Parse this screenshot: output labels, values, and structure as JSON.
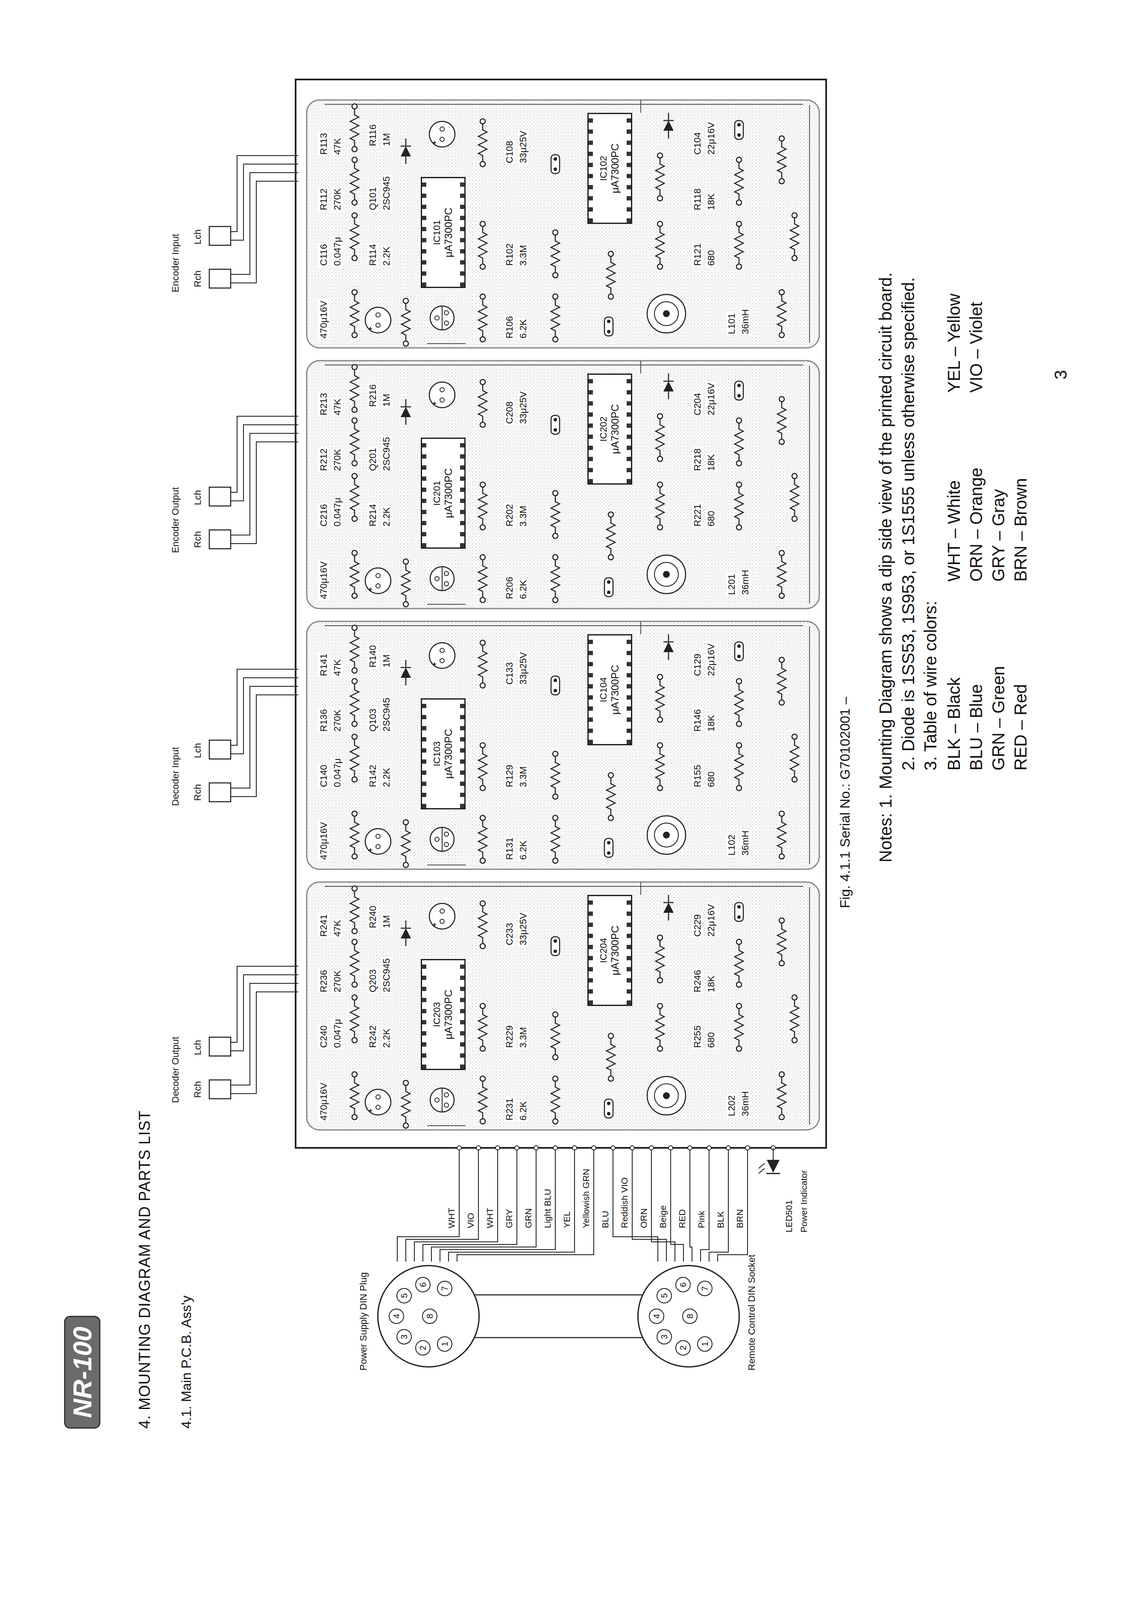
{
  "diagram": {
    "title": "4. MOUNTING DIAGRAM AND PARTS LIST",
    "caption": "Fig. 4.1.1 Serial No.: G70102001 –",
    "nodes": [
      {
        "text": [
          "Power Supply DIN Plug",
          "1",
          "2",
          "3",
          "4",
          "5",
          "6",
          "7",
          "8"
        ]
      },
      {
        "text": [
          "Remote Control DIN Socket",
          "1",
          "2",
          "3",
          "4",
          "5",
          "6",
          "7",
          "8"
        ]
      },
      {
        "text": [
          "IC203",
          "μA7300PC"
        ]
      },
      {
        "text": [
          "IC204",
          "μA7300PC"
        ]
      },
      {
        "text": [
          "IC103",
          "μA7300PC"
        ]
      },
      {
        "text": [
          "IC104",
          "μA7300PC"
        ]
      },
      {
        "text": [
          "IC201",
          "μA7300PC"
        ]
      },
      {
        "text": [
          "IC202",
          "μA7300PC"
        ]
      },
      {
        "text": [
          "IC101",
          "μA7300PC"
        ]
      },
      {
        "text": [
          "IC102",
          "μA7300PC"
        ]
      }
    ],
    "edges": [
      {
        "from": 0,
        "to": 1,
        "arrow": "none"
      },
      {
        "from": 0,
        "to": 1,
        "arrow": "none"
      }
    ],
    "labels": [
      "NR-100",
      "4.1. Main P.C.B. Ass'y",
      "Decoder Output",
      "Rch",
      "Lch",
      "Decoder Input",
      "Rch",
      "Lch",
      "Encoder Output",
      "Rch",
      "Lch",
      "Encoder Input",
      "Rch",
      "Lch",
      "WHT",
      "VIO",
      "WHT",
      "GRY",
      "GRN",
      "Light BLU",
      "YEL",
      "Yellowish GRN",
      "BLU",
      "Reddish VIO",
      "ORN",
      "Beige",
      "RED",
      "Pink",
      "BLK",
      "BRN",
      "LED501",
      "Power Indicator",
      "Notes: 1. Mounting Diagram shows a dip side view of the printed circuit board.",
      "2. Diode is 1SS53, 1S953, or 1S1555 unless otherwise specified.",
      "3. Table of wire colors:",
      "BLK – Black",
      "WHT – White",
      "YEL – Yellow",
      "BLU – Blue",
      "ORN – Orange",
      "VIO – Violet",
      "GRN – Green",
      "GRY – Gray",
      "RED – Red",
      "BRN – Brown",
      "3",
      "470μ16V",
      "C240",
      "0.047μ",
      "R236",
      "270K",
      "R241",
      "47K",
      "R242",
      "2.2K",
      "Q203",
      "2SC945",
      "R240",
      "1M",
      "C233",
      "33μ25V",
      "R231",
      "6.2K",
      "R229",
      "3.3M",
      "L202",
      "36mH",
      "R255",
      "680",
      "R246",
      "18K",
      "C229",
      "22μ16V",
      "470μ16V",
      "C140",
      "0.047μ",
      "R136",
      "270K",
      "R141",
      "47K",
      "R142",
      "2.2K",
      "Q103",
      "2SC945",
      "R140",
      "1M",
      "C133",
      "33μ25V",
      "R131",
      "6.2K",
      "R129",
      "3.3M",
      "L102",
      "36mH",
      "R155",
      "680",
      "R146",
      "18K",
      "C129",
      "22μ16V",
      "470μ16V",
      "C216",
      "0.047μ",
      "R212",
      "270K",
      "R213",
      "47K",
      "R214",
      "2.2K",
      "Q201",
      "2SC945",
      "R216",
      "1M",
      "C208",
      "33μ25V",
      "R206",
      "6.2K",
      "R202",
      "3.3M",
      "L201",
      "36mH",
      "R221",
      "680",
      "R218",
      "18K",
      "C204",
      "22μ16V",
      "470μ16V",
      "C116",
      "0.047μ",
      "R112",
      "270K",
      "R113",
      "47K",
      "R114",
      "2.2K",
      "Q101",
      "2SC945",
      "R116",
      "1M",
      "C108",
      "33μ25V",
      "R106",
      "6.2K",
      "R102",
      "3.3M",
      "L101",
      "36mH",
      "R121",
      "680",
      "R118",
      "18K",
      "C104",
      "22μ16V"
    ]
  }
}
